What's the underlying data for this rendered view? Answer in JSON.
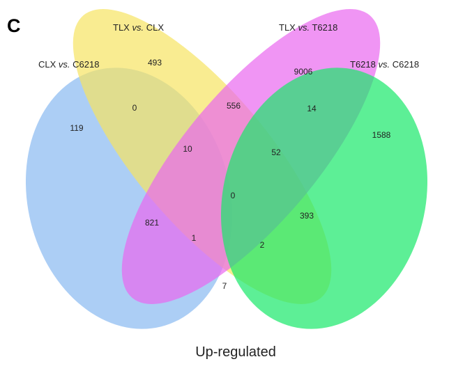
{
  "panel_letter": "C",
  "caption": "Up-regulated",
  "sets": {
    "a": {
      "label_left": "CLX",
      "label_vs": "vs.",
      "label_right": "C6218",
      "color": "#7fb3f0"
    },
    "b": {
      "label_left": "TLX",
      "label_vs": "vs.",
      "label_right": "CLX",
      "color": "#f7e463"
    },
    "c": {
      "label_left": "TLX",
      "label_vs": "vs.",
      "label_right": "T6218",
      "color": "#ea68f0"
    },
    "d": {
      "label_left": "T6218",
      "label_vs": "vs.",
      "label_right": "C6218",
      "color": "#18e86a"
    }
  },
  "counts": {
    "a_only": "119",
    "b_only": "493",
    "c_only": "9006",
    "d_only": "1588",
    "ab": "0",
    "bc": "556",
    "cd": "14",
    "abc": "10",
    "bcd": "52",
    "abcd": "0",
    "ac": "821",
    "bd": "393",
    "acd": "1",
    "abd": "2",
    "ad": "7"
  }
}
